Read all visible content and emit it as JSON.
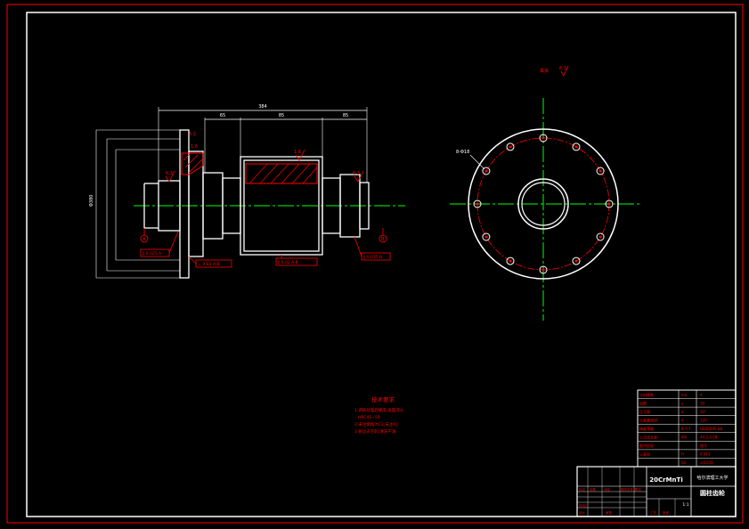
{
  "drawing": {
    "overall_dim": "384",
    "dim_left": "65",
    "dim_mid": "85",
    "dim_right": "85",
    "roughness_left": "6.3",
    "roughness_flange": "3.2",
    "roughness_body": "1.6",
    "roughness_gear": "1.6",
    "roughness_right": "6.3",
    "roughness_top": "6.3",
    "label_other": "其余",
    "dia_flange": "Φ380",
    "hole_note": "8-Φ18",
    "datum_left": "A",
    "datum_right": "B",
    "gtol_left": "∥ 0.025 A",
    "gtol_flange": "⊥ 0.03 A-B",
    "gtol_gear": "∥ 0.02 A-B",
    "gtol_right": "∥ 0.025 B"
  },
  "tech_req": {
    "title": "技术要求",
    "lines": [
      "1.调质处理后硬度,表面淬火",
      "HRC45~50",
      "2.未注倒角为C2,未注R2",
      "3.锐边去毛刺,清洗干净"
    ]
  },
  "params_table": {
    "rows": [
      {
        "name": "法向模数",
        "symbol": "mn",
        "value": "4"
      },
      {
        "name": "齿数",
        "symbol": "z",
        "value": "30"
      },
      {
        "name": "压力角",
        "symbol": "α",
        "value": "20°"
      },
      {
        "name": "分度圆直径",
        "symbol": "d",
        "value": "120"
      },
      {
        "name": "精度等级",
        "symbol": "8-7-7",
        "value": "GB10095-88"
      },
      {
        "name": "公法线长度",
        "symbol": "Wk",
        "value": "44.2-0.08"
      },
      {
        "name": "配对齿轮",
        "symbol": "",
        "value": "图号"
      },
      {
        "name": "公差组",
        "symbol": "Fr",
        "value": "0.063"
      },
      {
        "name": "",
        "symbol": "fpt",
        "value": "±0.016"
      }
    ]
  },
  "title_block": {
    "material": "20CrMnTi",
    "school": "哈尔滨理工大学",
    "part_name": "圆柱齿轮",
    "scale": "1:1",
    "labels": [
      "标记",
      "处数",
      "分区",
      "更改文件号",
      "签名",
      "年月日"
    ],
    "bottom_labels": [
      "设计",
      "审核",
      "工艺",
      "批准"
    ]
  },
  "colors": {
    "line": "#ffffff",
    "dim": "#ff0000",
    "center": "#00ff00",
    "frame": "#ff0000"
  }
}
